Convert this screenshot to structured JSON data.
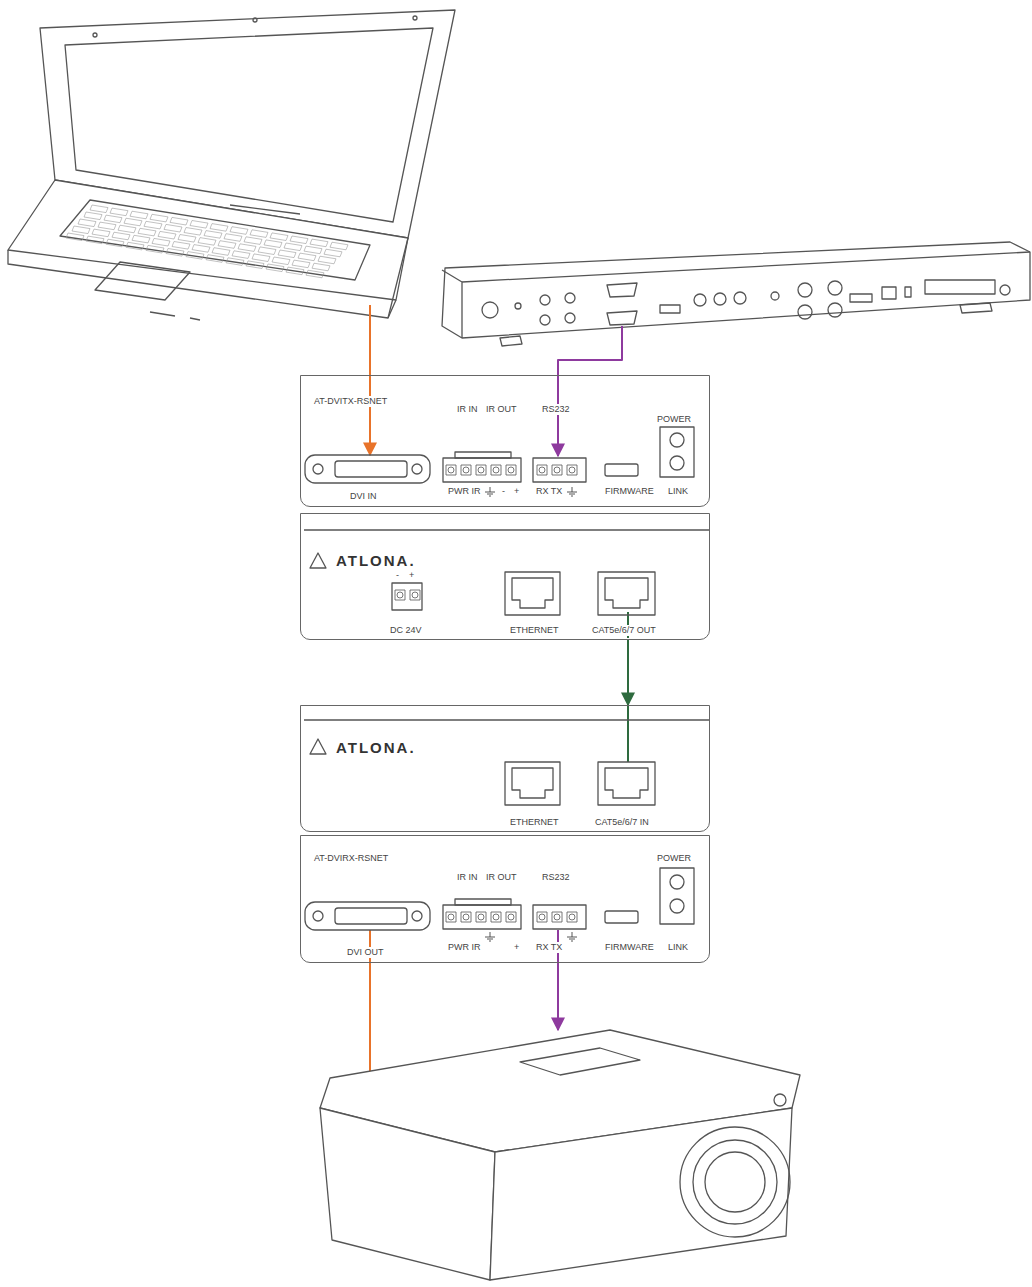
{
  "diagram": {
    "nodes": [
      {
        "text": [
          "AT-DVITX-RSNET",
          "DVI IN",
          "IR IN",
          "IR OUT",
          "PWR IR",
          "-",
          "+",
          "RS232",
          "RX TX",
          "FIRMWARE",
          "POWER",
          "LINK"
        ]
      },
      {
        "text": [
          "ATLONA.",
          "-",
          "+",
          "DC 24V",
          "ETHERNET",
          "CAT5e/6/7 OUT"
        ]
      },
      {
        "text": [
          "ATLONA.",
          "ETHERNET",
          "CAT5e/6/7 IN"
        ]
      },
      {
        "text": [
          "AT-DVIRX-RSNET",
          "DVI OUT",
          "IR IN",
          "IR OUT",
          "PWR IR",
          "+",
          "RS232",
          "RX TX",
          "FIRMWARE",
          "POWER",
          "LINK"
        ]
      }
    ],
    "edges": [
      {
        "from": 1,
        "to": 2,
        "arrow": "to"
      }
    ]
  }
}
